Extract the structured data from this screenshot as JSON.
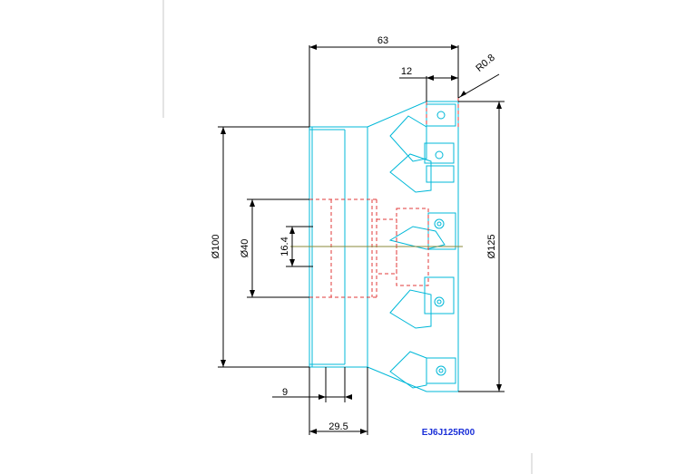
{
  "drawing": {
    "part_code": "EJ6J125R00",
    "colors": {
      "outline": "#00b8d8",
      "hidden": "#e23a3a",
      "dimension": "#000000",
      "label": "#1a2fd8",
      "frame": "#c8c8c8"
    },
    "dimensions": {
      "overall_length": "63",
      "insert_length": "12",
      "corner_radius": "R0.8",
      "outer_diameter": "Ø125",
      "body_diameter": "Ø100",
      "bore_diameter": "Ø40",
      "keyway_width": "16.4",
      "shoulder_offset": "9",
      "body_length": "29.5"
    }
  }
}
